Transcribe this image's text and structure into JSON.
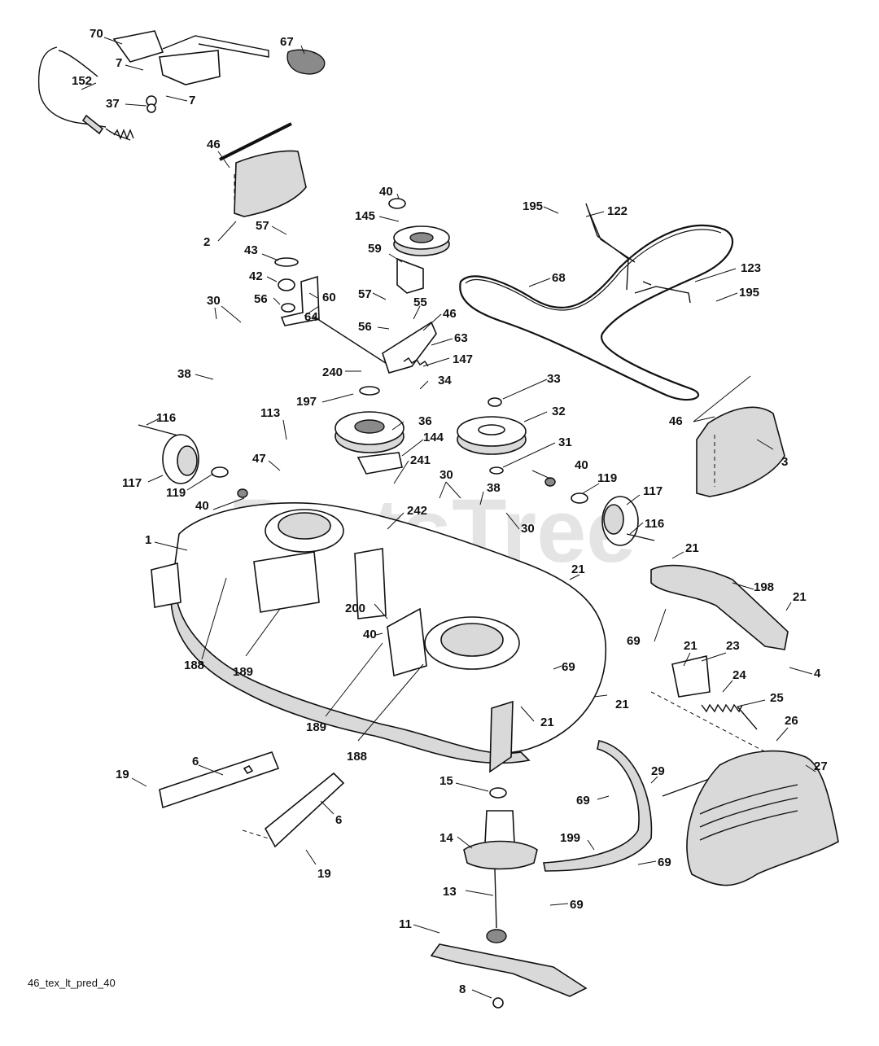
{
  "watermark": "PartsTree",
  "caption": "46_tex_lt_pred_40",
  "callouts": [
    {
      "id": "c-70",
      "label": "70"
    },
    {
      "id": "c-67",
      "label": "67"
    },
    {
      "id": "c-7a",
      "label": "7"
    },
    {
      "id": "c-152",
      "label": "152"
    },
    {
      "id": "c-7b",
      "label": "7"
    },
    {
      "id": "c-37",
      "label": "37"
    },
    {
      "id": "c-46a",
      "label": "46"
    },
    {
      "id": "c-2",
      "label": "2"
    },
    {
      "id": "c-57a",
      "label": "57"
    },
    {
      "id": "c-43",
      "label": "43"
    },
    {
      "id": "c-42",
      "label": "42"
    },
    {
      "id": "c-56a",
      "label": "56"
    },
    {
      "id": "c-60",
      "label": "60"
    },
    {
      "id": "c-64",
      "label": "64"
    },
    {
      "id": "c-30a",
      "label": "30"
    },
    {
      "id": "c-38a",
      "label": "38"
    },
    {
      "id": "c-40a",
      "label": "40"
    },
    {
      "id": "c-145",
      "label": "145"
    },
    {
      "id": "c-59",
      "label": "59"
    },
    {
      "id": "c-57b",
      "label": "57"
    },
    {
      "id": "c-55",
      "label": "55"
    },
    {
      "id": "c-46b",
      "label": "46"
    },
    {
      "id": "c-56b",
      "label": "56"
    },
    {
      "id": "c-63",
      "label": "63"
    },
    {
      "id": "c-147",
      "label": "147"
    },
    {
      "id": "c-240",
      "label": "240"
    },
    {
      "id": "c-34",
      "label": "34"
    },
    {
      "id": "c-197",
      "label": "197"
    },
    {
      "id": "c-195a",
      "label": "195"
    },
    {
      "id": "c-122",
      "label": "122"
    },
    {
      "id": "c-68",
      "label": "68"
    },
    {
      "id": "c-123",
      "label": "123"
    },
    {
      "id": "c-195b",
      "label": "195"
    },
    {
      "id": "c-33",
      "label": "33"
    },
    {
      "id": "c-32",
      "label": "32"
    },
    {
      "id": "c-46c",
      "label": "46"
    },
    {
      "id": "c-3",
      "label": "3"
    },
    {
      "id": "c-116a",
      "label": "116"
    },
    {
      "id": "c-113",
      "label": "113"
    },
    {
      "id": "c-36",
      "label": "36"
    },
    {
      "id": "c-144",
      "label": "144"
    },
    {
      "id": "c-31",
      "label": "31"
    },
    {
      "id": "c-47",
      "label": "47"
    },
    {
      "id": "c-117a",
      "label": "117"
    },
    {
      "id": "c-119a",
      "label": "119"
    },
    {
      "id": "c-241",
      "label": "241"
    },
    {
      "id": "c-30b",
      "label": "30"
    },
    {
      "id": "c-38b",
      "label": "38"
    },
    {
      "id": "c-40b",
      "label": "40"
    },
    {
      "id": "c-119b",
      "label": "119"
    },
    {
      "id": "c-117b",
      "label": "117"
    },
    {
      "id": "c-40c",
      "label": "40"
    },
    {
      "id": "c-242",
      "label": "242"
    },
    {
      "id": "c-30c",
      "label": "30"
    },
    {
      "id": "c-116b",
      "label": "116"
    },
    {
      "id": "c-1",
      "label": "1"
    },
    {
      "id": "c-21a",
      "label": "21"
    },
    {
      "id": "c-21b",
      "label": "21"
    },
    {
      "id": "c-198",
      "label": "198"
    },
    {
      "id": "c-21c",
      "label": "21"
    },
    {
      "id": "c-200",
      "label": "200"
    },
    {
      "id": "c-40d",
      "label": "40"
    },
    {
      "id": "c-188a",
      "label": "188"
    },
    {
      "id": "c-189a",
      "label": "189"
    },
    {
      "id": "c-69a",
      "label": "69"
    },
    {
      "id": "c-4",
      "label": "4"
    },
    {
      "id": "c-69b",
      "label": "69"
    },
    {
      "id": "c-21d",
      "label": "21"
    },
    {
      "id": "c-23",
      "label": "23"
    },
    {
      "id": "c-24",
      "label": "24"
    },
    {
      "id": "c-21e",
      "label": "21"
    },
    {
      "id": "c-25",
      "label": "25"
    },
    {
      "id": "c-21f",
      "label": "21"
    },
    {
      "id": "c-189b",
      "label": "189"
    },
    {
      "id": "c-188b",
      "label": "188"
    },
    {
      "id": "c-26",
      "label": "26"
    },
    {
      "id": "c-27",
      "label": "27"
    },
    {
      "id": "c-6a",
      "label": "6"
    },
    {
      "id": "c-19a",
      "label": "19"
    },
    {
      "id": "c-15",
      "label": "15"
    },
    {
      "id": "c-29",
      "label": "29"
    },
    {
      "id": "c-69c",
      "label": "69"
    },
    {
      "id": "c-6b",
      "label": "6"
    },
    {
      "id": "c-14",
      "label": "14"
    },
    {
      "id": "c-199",
      "label": "199"
    },
    {
      "id": "c-19b",
      "label": "19"
    },
    {
      "id": "c-69d",
      "label": "69"
    },
    {
      "id": "c-13",
      "label": "13"
    },
    {
      "id": "c-69e",
      "label": "69"
    },
    {
      "id": "c-11",
      "label": "11"
    },
    {
      "id": "c-8",
      "label": "8"
    }
  ]
}
